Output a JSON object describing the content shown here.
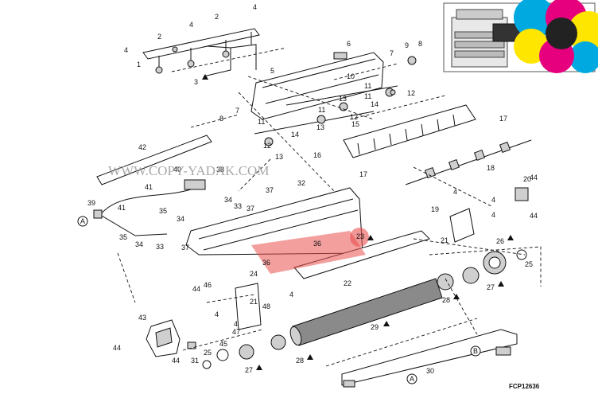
{
  "diagram": {
    "callouts": [
      {
        "id": "c1",
        "text": "1"
      },
      {
        "id": "c2a",
        "text": "2"
      },
      {
        "id": "c2b",
        "text": "2"
      },
      {
        "id": "c4a",
        "text": "4"
      },
      {
        "id": "c4b",
        "text": "4"
      },
      {
        "id": "c4c",
        "text": "4"
      },
      {
        "id": "c3",
        "text": "3"
      },
      {
        "id": "c6",
        "text": "6"
      },
      {
        "id": "c7",
        "text": "7"
      },
      {
        "id": "c9",
        "text": "9"
      },
      {
        "id": "c8a",
        "text": "8"
      },
      {
        "id": "c5",
        "text": "5"
      },
      {
        "id": "c10",
        "text": "10"
      },
      {
        "id": "c11a",
        "text": "11"
      },
      {
        "id": "c11b",
        "text": "11"
      },
      {
        "id": "c11c",
        "text": "11"
      },
      {
        "id": "c11d",
        "text": "11"
      },
      {
        "id": "c12a",
        "text": "12"
      },
      {
        "id": "c12b",
        "text": "12"
      },
      {
        "id": "c12c",
        "text": "12"
      },
      {
        "id": "c13a",
        "text": "13"
      },
      {
        "id": "c13b",
        "text": "13"
      },
      {
        "id": "c13c",
        "text": "13"
      },
      {
        "id": "c14a",
        "text": "14"
      },
      {
        "id": "c14b",
        "text": "14"
      },
      {
        "id": "c7b",
        "text": "7"
      },
      {
        "id": "c8b",
        "text": "8"
      },
      {
        "id": "c15",
        "text": "15"
      },
      {
        "id": "c17a",
        "text": "17"
      },
      {
        "id": "c17b",
        "text": "17"
      },
      {
        "id": "c16",
        "text": "16"
      },
      {
        "id": "c18",
        "text": "18"
      },
      {
        "id": "c42",
        "text": "42"
      },
      {
        "id": "c40",
        "text": "40"
      },
      {
        "id": "c38",
        "text": "38"
      },
      {
        "id": "c41a",
        "text": "41"
      },
      {
        "id": "c41b",
        "text": "41"
      },
      {
        "id": "c39",
        "text": "39"
      },
      {
        "id": "c35a",
        "text": "35"
      },
      {
        "id": "c35b",
        "text": "35"
      },
      {
        "id": "c34a",
        "text": "34"
      },
      {
        "id": "c34b",
        "text": "34"
      },
      {
        "id": "c34c",
        "text": "34"
      },
      {
        "id": "c33a",
        "text": "33"
      },
      {
        "id": "c33b",
        "text": "33"
      },
      {
        "id": "c37a",
        "text": "37"
      },
      {
        "id": "c37b",
        "text": "37"
      },
      {
        "id": "c37c",
        "text": "37"
      },
      {
        "id": "c32",
        "text": "32"
      },
      {
        "id": "c36a",
        "text": "36"
      },
      {
        "id": "c36b",
        "text": "36"
      },
      {
        "id": "c23",
        "text": "23"
      },
      {
        "id": "c22",
        "text": "22"
      },
      {
        "id": "c24",
        "text": "24"
      },
      {
        "id": "c20",
        "text": "20"
      },
      {
        "id": "c44a",
        "text": "44"
      },
      {
        "id": "c44b",
        "text": "44"
      },
      {
        "id": "c44c",
        "text": "44"
      },
      {
        "id": "c44d",
        "text": "44"
      },
      {
        "id": "c44e",
        "text": "44"
      },
      {
        "id": "c19",
        "text": "19"
      },
      {
        "id": "c21a",
        "text": "21"
      },
      {
        "id": "c21b",
        "text": "21"
      },
      {
        "id": "c4d",
        "text": "4"
      },
      {
        "id": "c4e",
        "text": "4"
      },
      {
        "id": "c4f",
        "text": "4"
      },
      {
        "id": "c4g",
        "text": "4"
      },
      {
        "id": "c4h",
        "text": "4"
      },
      {
        "id": "c4i",
        "text": "4"
      },
      {
        "id": "c26",
        "text": "26"
      },
      {
        "id": "c25a",
        "text": "25"
      },
      {
        "id": "c25b",
        "text": "25"
      },
      {
        "id": "c27a",
        "text": "27"
      },
      {
        "id": "c27b",
        "text": "27"
      },
      {
        "id": "c28a",
        "text": "28"
      },
      {
        "id": "c28b",
        "text": "28"
      },
      {
        "id": "c29",
        "text": "29"
      },
      {
        "id": "c46",
        "text": "46"
      },
      {
        "id": "c48",
        "text": "48"
      },
      {
        "id": "c47",
        "text": "47"
      },
      {
        "id": "c43",
        "text": "43"
      },
      {
        "id": "c45",
        "text": "45"
      },
      {
        "id": "c31",
        "text": "31"
      },
      {
        "id": "c30",
        "text": "30"
      }
    ],
    "connectors": {
      "a1": "A",
      "a2": "A",
      "b1": "B"
    },
    "watermark": "WWW.COPY-YADAK.COM",
    "figure_code": "FCP12636",
    "colors": {
      "highlight": "#e8504f",
      "watermark": "#9a9a9a",
      "cyan": "#00a9e0",
      "magenta": "#e6007e",
      "yellow": "#ffe600"
    }
  }
}
